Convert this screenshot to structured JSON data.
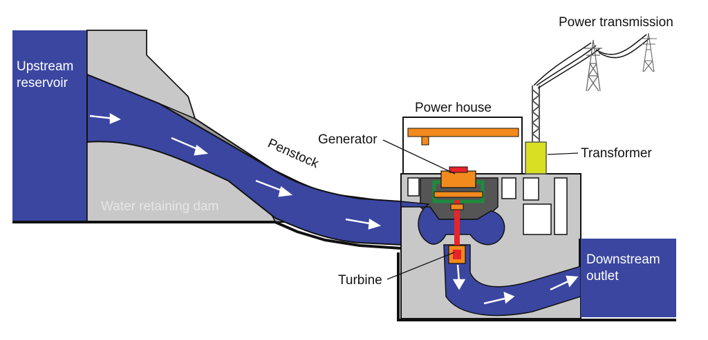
{
  "labels": {
    "upstream_line1": "Upstream",
    "upstream_line2": "reservoir",
    "dam": "Water retaining dam",
    "penstock": "Penstock",
    "power_house": "Power house",
    "generator": "Generator",
    "transformer": "Transformer",
    "power_transmission": "Power transmission",
    "turbine": "Turbine",
    "downstream_line1": "Downstream",
    "downstream_line2": "outlet"
  },
  "colors": {
    "water": "#3a46a0",
    "dam": "#9a9a9a",
    "structure": "#c8c8c8",
    "crane": "#f28a1e",
    "shaft": "#e8242a",
    "generator_ring": "#1e8a3c",
    "transformer": "#d9e021",
    "outline": "#111111"
  },
  "icons": {
    "flow_arrow": "arrow-right-icon",
    "pylon": "transmission-tower-icon"
  }
}
